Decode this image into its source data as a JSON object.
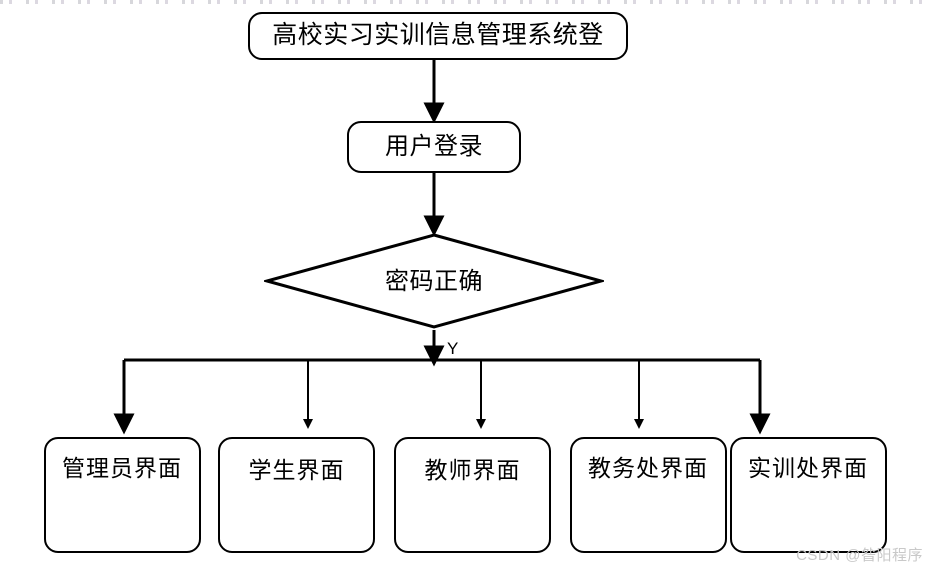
{
  "diagram": {
    "type": "flowchart",
    "title_node": "高校实习实训信息管理系统登",
    "login_node": "用户登录",
    "decision_node": "密码正确",
    "branch_label": "Y",
    "roles": [
      {
        "label": "管理员界面"
      },
      {
        "label": "学生界面"
      },
      {
        "label": "教师界面"
      },
      {
        "label": "教务处界面"
      },
      {
        "label": "实训处界面"
      }
    ],
    "colors": {
      "stroke": "#000000",
      "fill": "#ffffff",
      "watermark": "#c9c9c9"
    }
  },
  "watermark": {
    "text": "CSDN @昝阳程序"
  }
}
